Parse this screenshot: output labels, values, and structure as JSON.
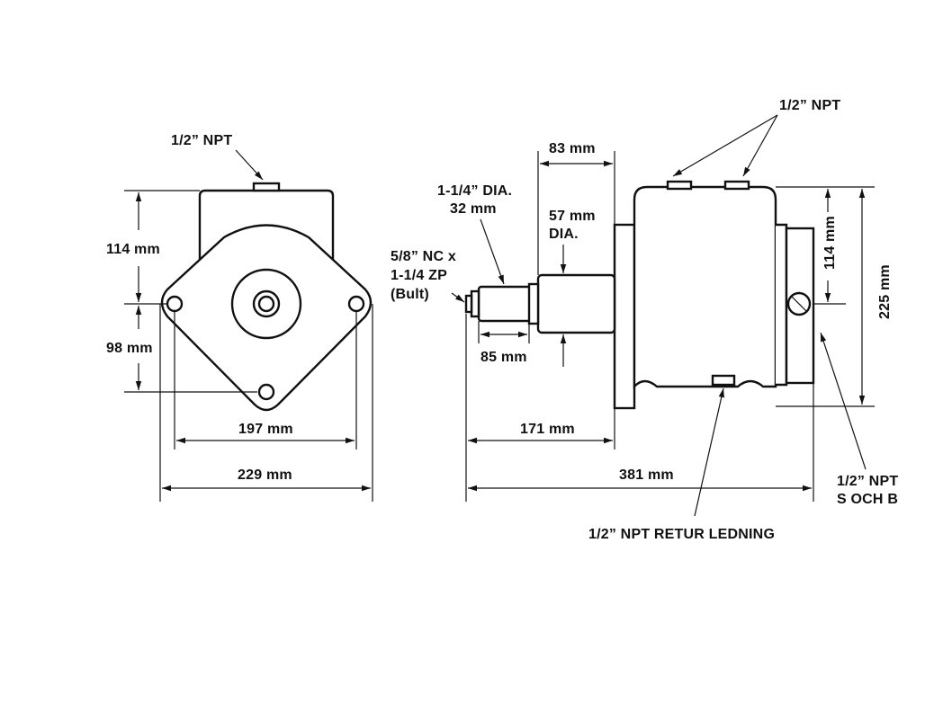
{
  "front_view": {
    "top_port": "1/2” NPT",
    "height_upper": "114 mm",
    "height_lower": "98 mm",
    "hole_spacing": "197 mm",
    "overall_width": "229 mm"
  },
  "side_view": {
    "top_ports": "1/2” NPT",
    "shaft_length": "83 mm",
    "shaft_dia_line1": "1-1/4” DIA.",
    "shaft_dia_line2": "32 mm",
    "hub_dia_line1": "57 mm",
    "hub_dia_line2": "DIA.",
    "bolt_line1": "5/8” NC x",
    "bolt_line2": "1-1/4 ZP",
    "bolt_line3": "(Bult)",
    "stub_length": "85 mm",
    "right_height": "114 mm",
    "overall_height": "225 mm",
    "front_length": "171 mm",
    "overall_length": "381 mm",
    "side_port_line1": "1/2” NPT",
    "side_port_line2": "S OCH B",
    "return_port": "1/2” NPT RETUR LEDNING"
  }
}
